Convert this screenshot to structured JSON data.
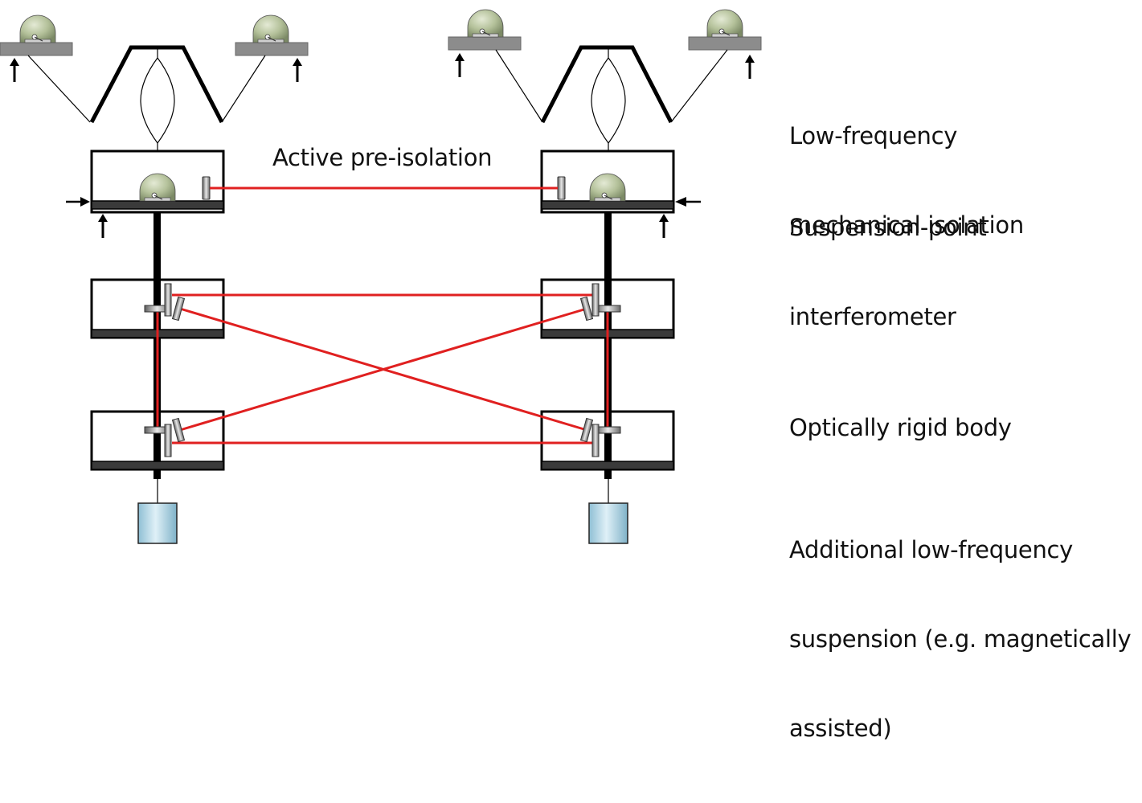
{
  "labels": {
    "active_preisolation": "Active pre-isolation",
    "low_freq_isolation": [
      "Low-frequency",
      "mechanical isolation"
    ],
    "suspension_point": [
      "Suspension-point",
      "interferometer"
    ],
    "rigid_body": [
      "Optically rigid body"
    ],
    "additional_suspension": [
      "Additional low-frequency",
      "suspension (e.g. magnetically",
      "assisted)"
    ]
  },
  "colors": {
    "beam": "#e02020",
    "frame": "#000000",
    "base_plate": "#3a3a3a",
    "platform": "#8c8c8c",
    "sensor_dome": "#b4c19a",
    "mass": "#a9cfe0"
  }
}
